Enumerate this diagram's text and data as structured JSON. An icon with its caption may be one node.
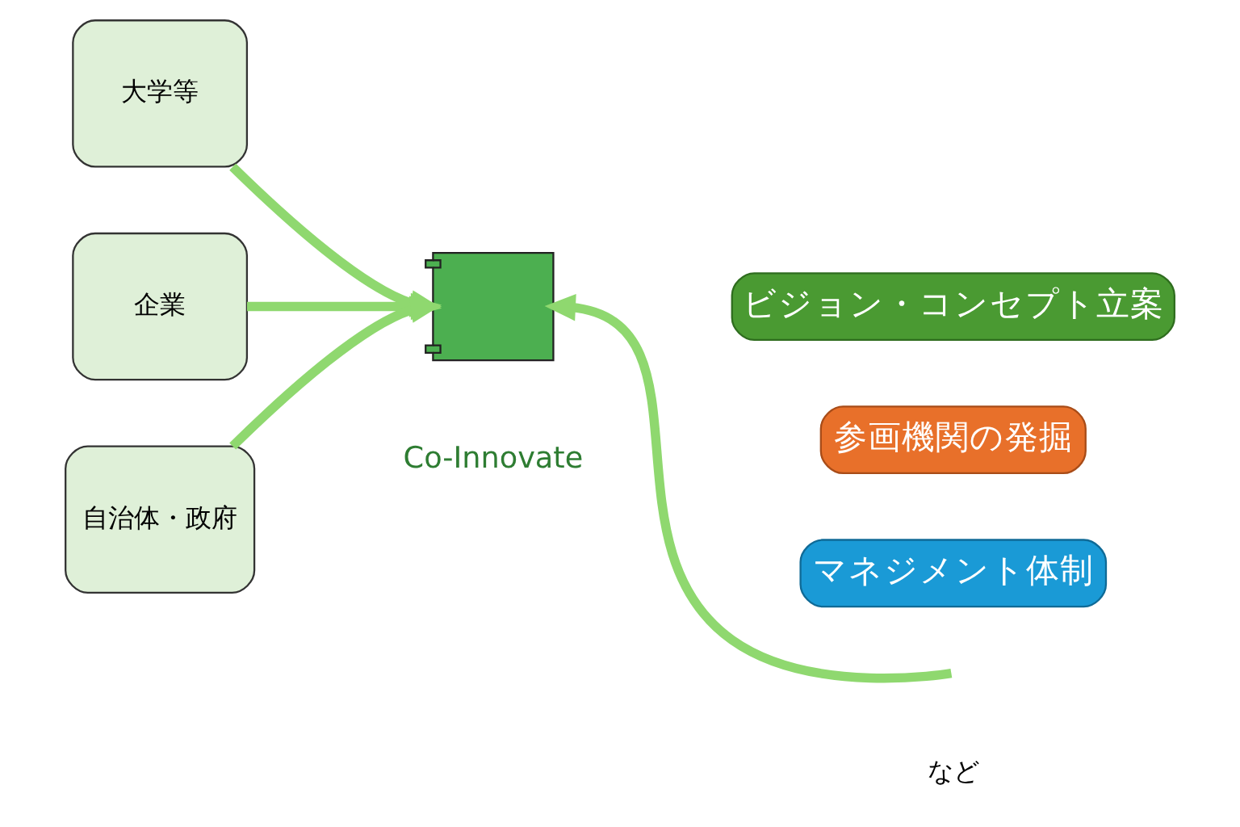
{
  "diagram": {
    "nodes": [
      {
        "text": [
          "大学等"
        ]
      },
      {
        "text": [
          "企業"
        ]
      },
      {
        "text": [
          "自治体・政府"
        ]
      },
      {
        "text": [],
        "shape": "puzzle",
        "beside": [
          "Co-Innovate"
        ]
      },
      {
        "text": [
          "ビジョン・コンセプト立案"
        ]
      },
      {
        "text": [
          "参画機関の発掘"
        ]
      },
      {
        "text": [
          "マネジメント体制"
        ]
      }
    ],
    "edges": [
      {
        "from": 0,
        "to": 3,
        "arrow": "to"
      },
      {
        "from": null,
        "to": 3,
        "arrow": "to"
      },
      {
        "from": 1,
        "to": 3,
        "arrow": "to"
      },
      {
        "from": 2,
        "to": 3,
        "arrow": "to"
      }
    ],
    "labels": [
      "など"
    ]
  }
}
